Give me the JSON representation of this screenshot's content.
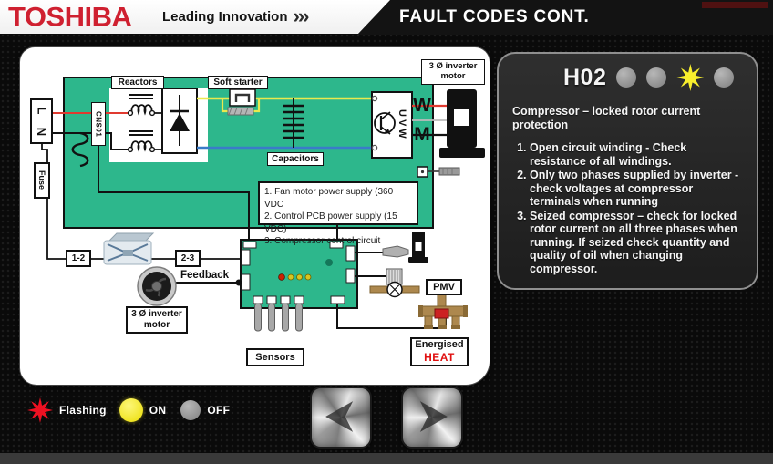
{
  "header": {
    "brand": "TOSHIBA",
    "tagline": "Leading Innovation",
    "chevrons": "›››",
    "banner_title": "FAULT CODES CONT."
  },
  "fault_panel": {
    "code": "H02",
    "indicators": [
      "off",
      "off",
      "flashing",
      "off"
    ],
    "title": "Compressor – locked rotor current protection",
    "items": [
      "Open circuit winding - Check resistance of all windings.",
      "Only two phases supplied by inverter - check voltages at compressor terminals when running",
      "Seized compressor – check for locked rotor current on all three phases when running.  If seized check quantity and quality of oil when changing compressor."
    ]
  },
  "diagram": {
    "mains": {
      "l": "L",
      "n": "N"
    },
    "fuse": "Fuse",
    "connector": "CNS01",
    "reactors": "Reactors",
    "soft_starter": "Soft starter",
    "capacitors": "Capacitors",
    "inverter_terminals": "UVW",
    "winding_symbols": {
      "top": "W",
      "bottom": "M"
    },
    "compressor_label": "3 Ø inverter motor",
    "notes": [
      "1. Fan motor power supply (360 VDC",
      "2. Control PCB power supply (15 VDC)",
      "3. Compressor control circuit"
    ],
    "terminal_block_12": "1-2",
    "terminal_block_23": "2-3",
    "feedback": "Feedback",
    "fan_motor_label": "3 Ø inverter motor",
    "sensors": "Sensors",
    "pmv": "PMV",
    "energised_line1": "Energised",
    "energised_line2": "HEAT"
  },
  "legend": {
    "flashing": "Flashing",
    "on": "ON",
    "off": "OFF"
  },
  "colors": {
    "toshiba_red": "#cf2030",
    "pcb_green": "#2db78c",
    "wire_yellow": "#e9e94e",
    "wire_blue": "#3a7bc8",
    "wire_red": "#e03a30",
    "led_on_yellow": "#f2e832",
    "led_off_gray": "#9a9a9a",
    "flash_red": "#ee1122",
    "heat_red": "#e01010",
    "brass": "#ad884e"
  }
}
